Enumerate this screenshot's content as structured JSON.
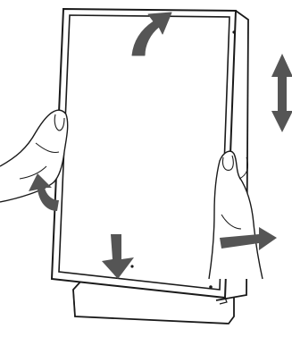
{
  "figure": {
    "subject": "monitor-rotation-and-height-adjustment",
    "line_color": "#1a1a1a",
    "arrow_color": "#555555",
    "fill_color": "#ffffff",
    "icons": [
      "up-right-curved-arrow",
      "height-adjust-double-arrow",
      "left-curved-arrow",
      "down-arrow",
      "right-arrow"
    ]
  }
}
